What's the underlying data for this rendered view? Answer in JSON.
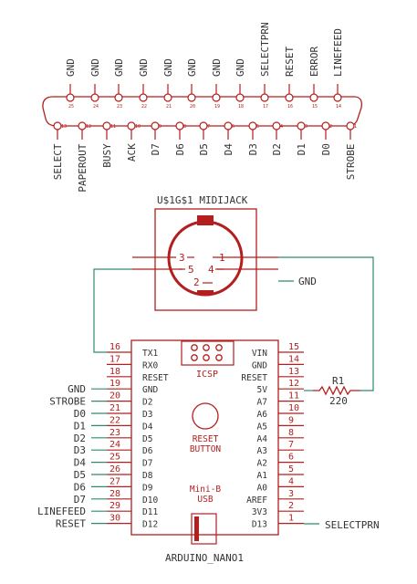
{
  "colors": {
    "component": "#b41e1e",
    "wire": "#2e8b6e",
    "text": "#333333"
  },
  "db25": {
    "top_labels": [
      "GND",
      "GND",
      "GND",
      "GND",
      "GND",
      "GND",
      "GND",
      "GND",
      "SELECTPRN",
      "RESET",
      "ERROR",
      "LINEFEED"
    ],
    "top_pins": [
      "25",
      "24",
      "23",
      "22",
      "21",
      "20",
      "19",
      "18",
      "17",
      "16",
      "15",
      "14"
    ],
    "bottom_labels": [
      "SELECT",
      "PAPEROUT",
      "BUSY",
      "ACK",
      "D7",
      "D6",
      "D5",
      "D4",
      "D3",
      "D2",
      "D1",
      "D0",
      "STROBE"
    ],
    "bottom_pins": [
      "13",
      "12",
      "11",
      "10",
      "9",
      "8",
      "7",
      "6",
      "5",
      "4",
      "3",
      "2",
      "1"
    ]
  },
  "midijack": {
    "name": "U$1G$1 MIDIJACK",
    "pins": [
      "3",
      "1",
      "5",
      "4",
      "2"
    ]
  },
  "nano": {
    "name": "ARDUINO_NANO1",
    "left_pins": [
      "16",
      "17",
      "18",
      "19",
      "20",
      "21",
      "22",
      "23",
      "24",
      "25",
      "26",
      "27",
      "28",
      "29",
      "30"
    ],
    "left_labels": [
      "TX1",
      "RX0",
      "RESET",
      "GND",
      "D2",
      "D3",
      "D4",
      "D5",
      "D6",
      "D7",
      "D8",
      "D9",
      "D10",
      "D11",
      "D12"
    ],
    "right_pins": [
      "15",
      "14",
      "13",
      "12",
      "11",
      "10",
      "9",
      "8",
      "7",
      "6",
      "5",
      "4",
      "3",
      "2",
      "1"
    ],
    "right_labels": [
      "VIN",
      "GND",
      "RESET",
      "5V",
      "A7",
      "A6",
      "A5",
      "A4",
      "A3",
      "A2",
      "A1",
      "A0",
      "AREF",
      "3V3",
      "D13"
    ],
    "icsp": "ICSP",
    "reset_button": [
      "RESET",
      "BUTTON"
    ],
    "usb": [
      "Mini-B",
      "USB"
    ]
  },
  "resistor": {
    "name": "R1",
    "value": "220"
  },
  "nets": {
    "left": [
      "GND",
      "STROBE",
      "D0",
      "D1",
      "D2",
      "D3",
      "D4",
      "D5",
      "D6",
      "D7",
      "LINEFEED",
      "RESET"
    ],
    "gnd_right": "GND",
    "selectprn": "SELECTPRN"
  }
}
